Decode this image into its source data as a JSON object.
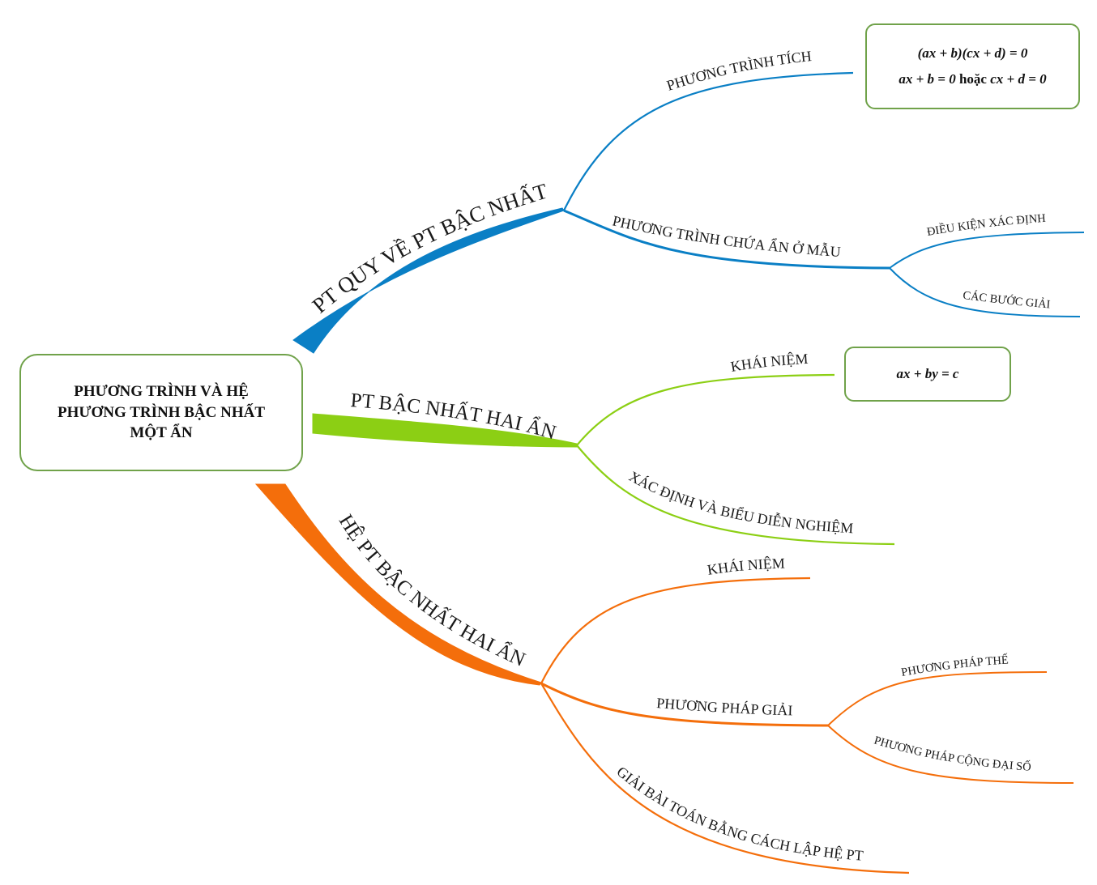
{
  "central_topic": "PHƯƠNG TRÌNH VÀ HỆ PHƯƠNG TRÌNH BẬC NHẤT MỘT ẨN",
  "colors": {
    "branch1": "#0a7fc5",
    "branch2": "#8ccf14",
    "branch3": "#f46e0b",
    "box_border": "#70a24a"
  },
  "branches": {
    "b1": {
      "label": "PT QUY VỀ PT BẬC NHẤT",
      "children": {
        "c1": {
          "label": "PHƯƠNG TRÌNH TÍCH"
        },
        "c2": {
          "label": "PHƯƠNG TRÌNH CHỨA ẨN Ở MẪU",
          "children": {
            "g1": {
              "label": "ĐIỀU KIỆN XÁC ĐỊNH"
            },
            "g2": {
              "label": "CÁC BƯỚC GIẢI"
            }
          }
        }
      }
    },
    "b2": {
      "label": "PT BẬC NHẤT HAI ẨN",
      "children": {
        "c1": {
          "label": "KHÁI NIỆM"
        },
        "c2": {
          "label": "XÁC ĐỊNH VÀ BIỂU DIỄN NGHIỆM"
        }
      }
    },
    "b3": {
      "label": "HỆ PT BẬC NHẤT HAI ẨN",
      "children": {
        "c1": {
          "label": "KHÁI NIỆM"
        },
        "c2": {
          "label": "PHƯƠNG PHÁP GIẢI",
          "children": {
            "g1": {
              "label": "PHƯƠNG PHÁP THẾ"
            },
            "g2": {
              "label": "PHƯƠNG PHÁP CỘNG ĐẠI SỐ"
            }
          }
        },
        "c3": {
          "label": "GIẢI BÀI TOÁN BẰNG CÁCH LẬP HỆ PT"
        }
      }
    }
  },
  "formulas": {
    "product_eq": "(ax + b)(cx + d) = 0",
    "product_left": "ax + b = 0",
    "hoac": "hoặc",
    "product_right": "cx + d = 0",
    "linear_two_var": "ax + by = c"
  }
}
